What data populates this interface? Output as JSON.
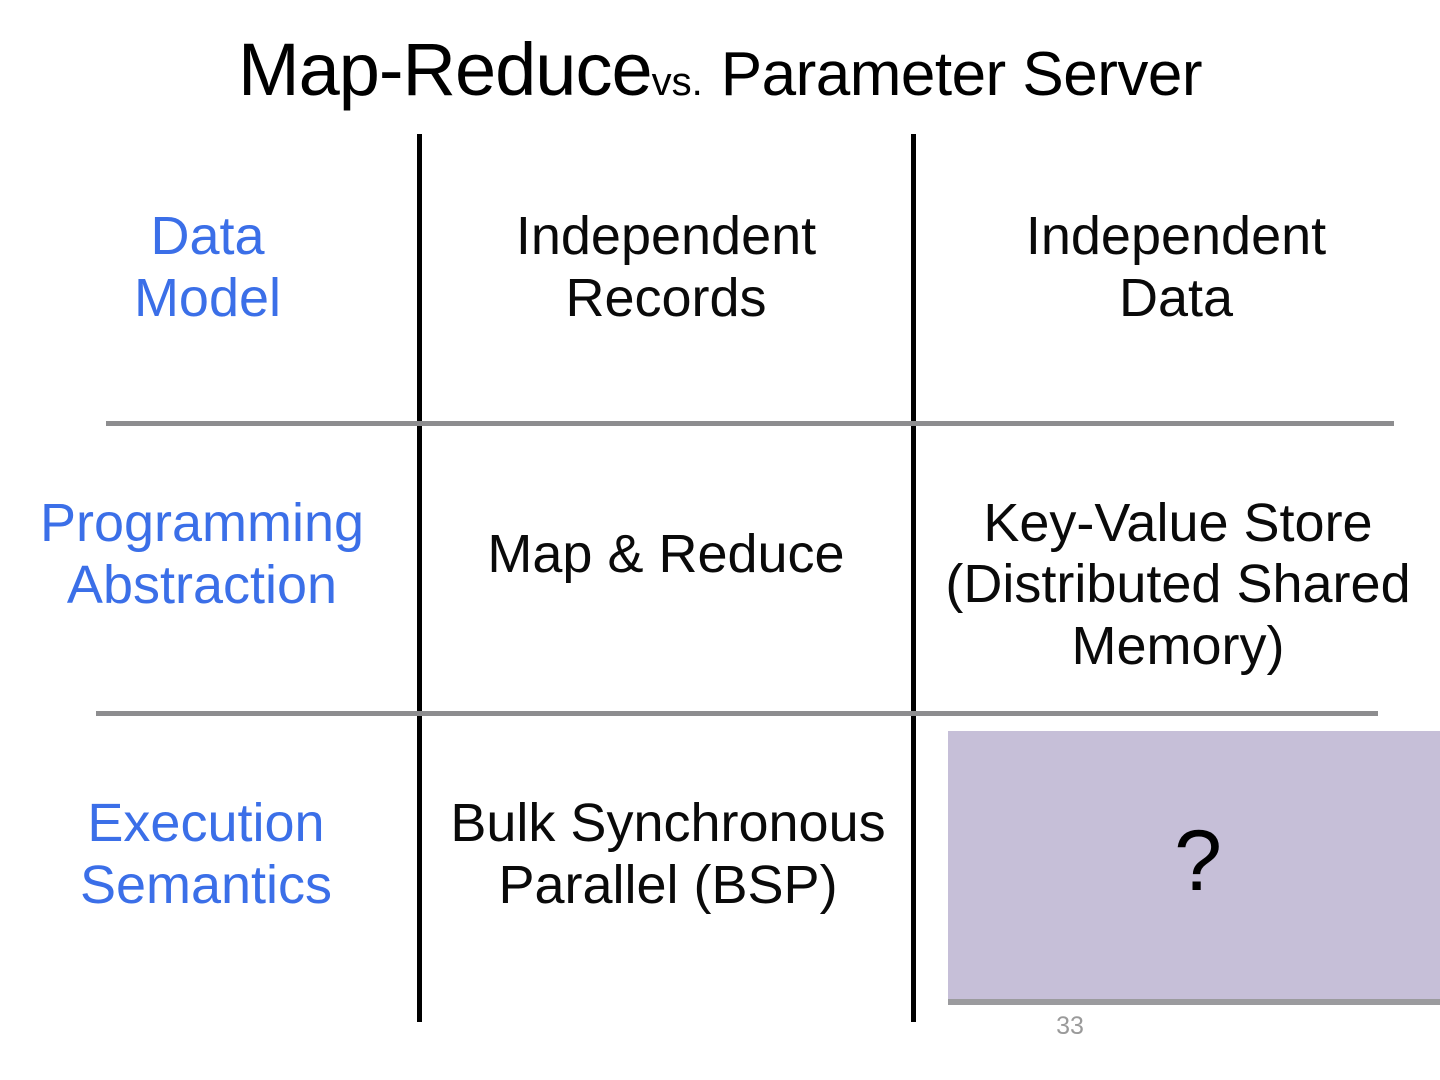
{
  "slide": {
    "title": {
      "main": "Map-Reduce",
      "vs": "vs.",
      "tail": "Parameter Server"
    },
    "number": "33",
    "accent_color": "#3b6fe8",
    "rule_color": "#8d8d8f",
    "placeholder_color": "#c6bfd8"
  },
  "table": {
    "rows": [
      {
        "label": "Data\nModel",
        "label_line1": "Data",
        "label_line2": "Model",
        "map_reduce": "Independent Records",
        "map_reduce_line1": "Independent",
        "map_reduce_line2": "Records",
        "parameter_server": "Independent Data",
        "parameter_server_line1": "Independent",
        "parameter_server_line2": "Data"
      },
      {
        "label": "Programming Abstraction",
        "label_line1": "Programming",
        "label_line2": "Abstraction",
        "map_reduce": "Map & Reduce",
        "parameter_server": "Key-Value Store (Distributed Shared Memory)",
        "parameter_server_line1": "Key-Value Store",
        "parameter_server_line2": "(Distributed Shared",
        "parameter_server_line3": "Memory)"
      },
      {
        "label": "Execution Semantics",
        "label_line1": "Execution",
        "label_line2": "Semantics",
        "map_reduce": "Bulk Synchronous Parallel (BSP)",
        "map_reduce_line1": "Bulk Synchronous",
        "map_reduce_line2": "Parallel (BSP)",
        "parameter_server": "?"
      }
    ]
  }
}
